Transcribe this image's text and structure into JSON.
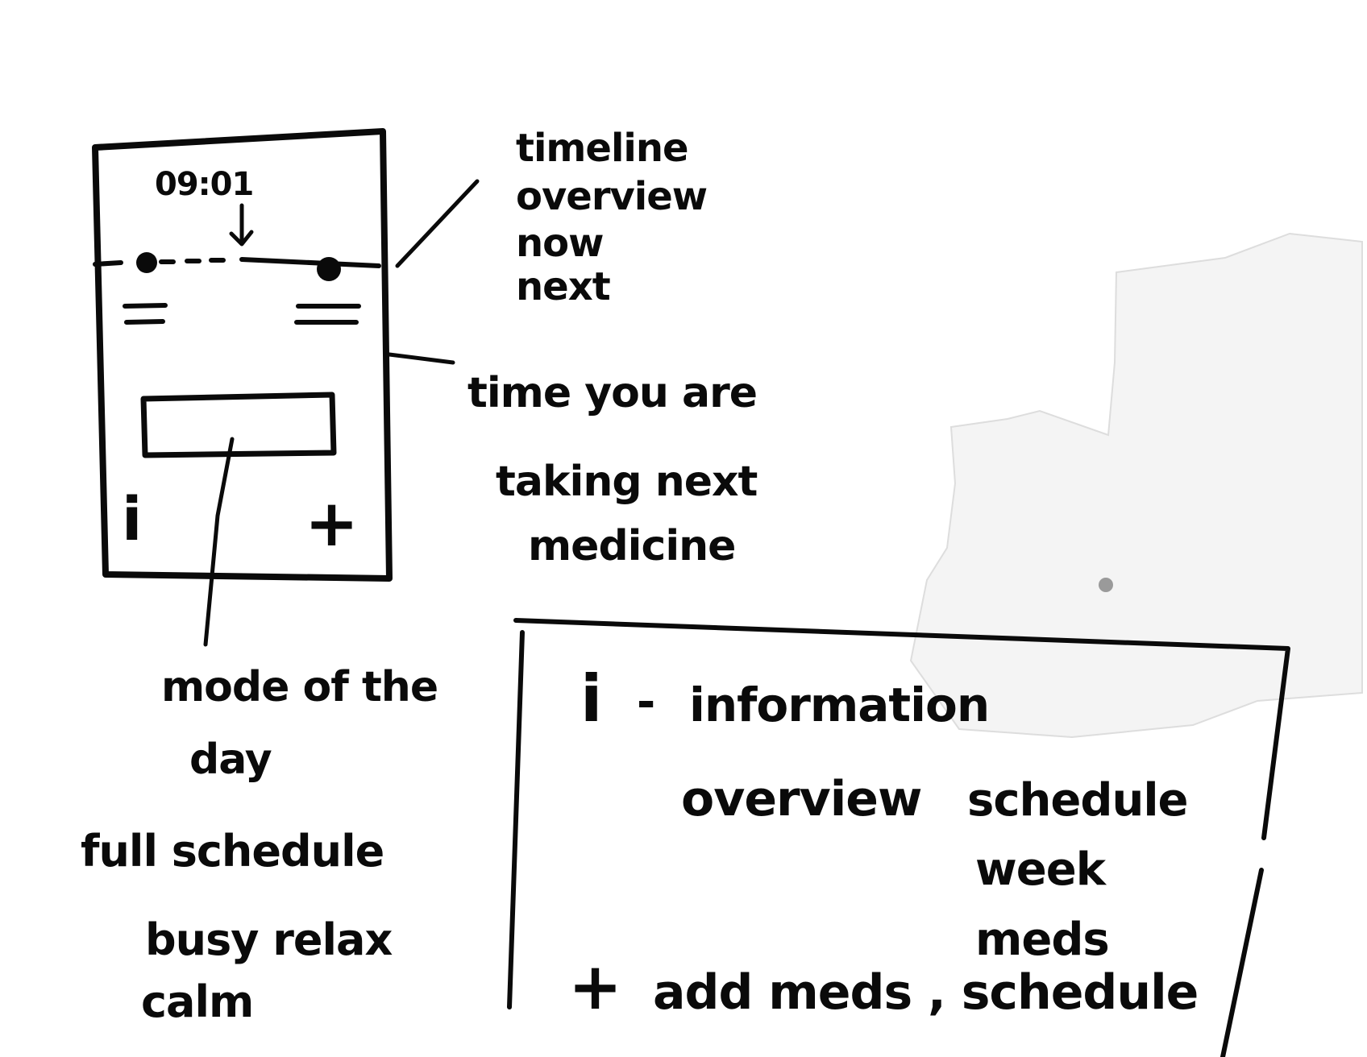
{
  "watch_mockup": {
    "time": "09:01",
    "info_button": "i",
    "add_button": "+"
  },
  "annotations": {
    "timeline_overview": [
      "timeline",
      "overview",
      "now",
      "next"
    ],
    "next_medicine": [
      "time you are",
      "taking next",
      "medicine"
    ],
    "mode_of_day": [
      "mode of the",
      "day",
      "full schedule",
      "busy   relax",
      "calm"
    ]
  },
  "legend": {
    "info_symbol": "i",
    "info_dash": "-",
    "info_label": "information",
    "info_overview": "overview",
    "info_options": [
      "schedule",
      "week",
      "meds"
    ],
    "add_symbol": "+",
    "add_label": "add  meds , schedule"
  }
}
